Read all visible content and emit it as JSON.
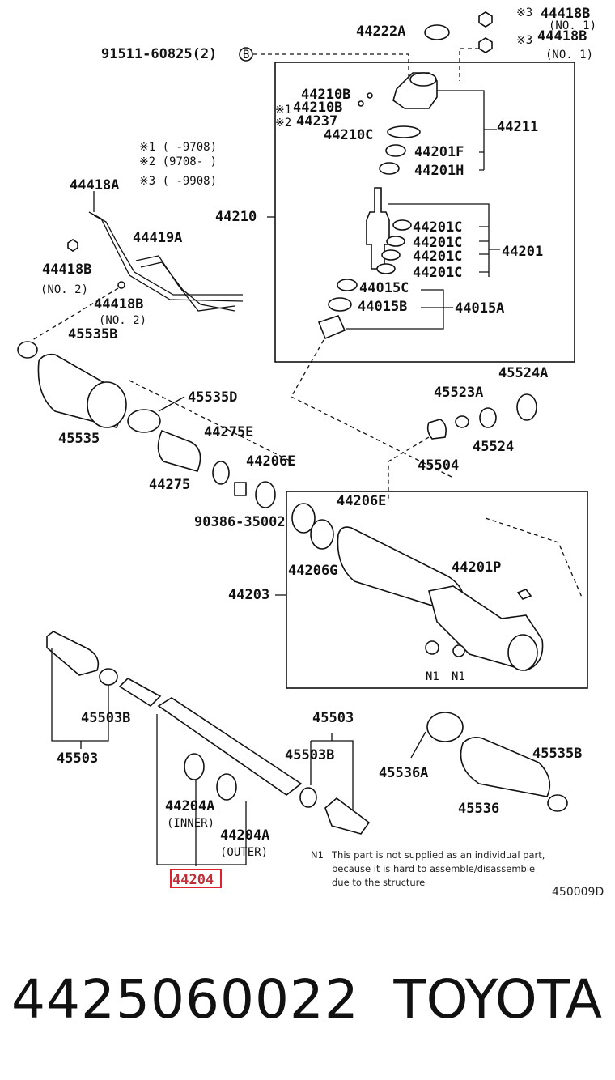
{
  "labels": {
    "l44222A": "44222A",
    "l44418B_1": "44418B",
    "l44418B_1_note": "(NO. 1)",
    "l44418B_2": "44418B",
    "l44418B_2_note": "(NO. 1)",
    "mark3a": "※3",
    "mark3b": "※3",
    "l91511": "91511-60825(2)",
    "circleB": "B",
    "l44210B_1": "44210B",
    "l44210B_2": "44210B",
    "l44237": "44237",
    "mark1": "※1",
    "mark2": "※2",
    "l44210C": "44210C",
    "l44211": "44211",
    "l44201F": "44201F",
    "l44201H": "44201H",
    "leg1": "※1 (    -9708)",
    "leg2": "※2 (9708-     )",
    "leg3": "※3 (    -9908)",
    "l44418A": "44418A",
    "l44419A": "44419A",
    "l44210": "44210",
    "l44201C_1": "44201C",
    "l44201C_2": "44201C",
    "l44201C_3": "44201C",
    "l44201C_4": "44201C",
    "l44201": "44201",
    "l44418B_3": "44418B",
    "l44418B_3_note": "(NO. 2)",
    "l44418B_4": "44418B",
    "l44418B_4_note": "(NO. 2)",
    "l44015C": "44015C",
    "l44015B": "44015B",
    "l44015A": "44015A",
    "l45535B_1": "45535B",
    "l45524A": "45524A",
    "l45523A": "45523A",
    "l45535D": "45535D",
    "l45535": "45535",
    "l44275E": "44275E",
    "l45524": "45524",
    "l45504": "45504",
    "l44206E_1": "44206E",
    "l44275": "44275",
    "l44206E_2": "44206E",
    "l90386": "90386-35002",
    "l44206G": "44206G",
    "l44201P": "44201P",
    "l44203": "44203",
    "lN1_1": "N1",
    "lN1_2": "N1",
    "l45503B_1": "45503B",
    "l45503_1": "45503",
    "l45503_2": "45503",
    "l45503B_2": "45503B",
    "l45536A": "45536A",
    "l45535B_2": "45535B",
    "l45536": "45536",
    "l44204A_1": "44204A",
    "l44204A_1_note": "(INNER)",
    "l44204A_2": "44204A",
    "l44204A_2_note": "(OUTER)",
    "l44204": "44204",
    "noteKey": "N1",
    "note1": "This part is not supplied as an individual part,",
    "note2": "because it is hard to assemble/disassemble",
    "note3": "due to the structure",
    "diagramCode": "450009D"
  },
  "footer": {
    "part_number": "4425060022",
    "brand": "TOYOTA"
  },
  "colors": {
    "highlight": "#e0202a",
    "ink": "#111111"
  }
}
